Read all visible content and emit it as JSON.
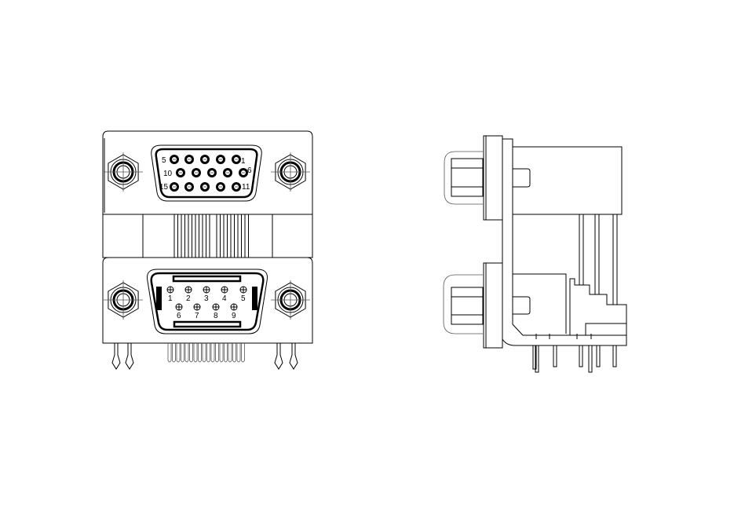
{
  "drawing": {
    "front_view": {
      "vga_pin_labels": {
        "p5": "5",
        "p1": "1",
        "p10": "10",
        "p6": "6",
        "p15": "15",
        "p11": "11"
      },
      "de9_pin_labels": [
        "1",
        "2",
        "3",
        "4",
        "5",
        "6",
        "7",
        "8",
        "9"
      ]
    },
    "side_view": {}
  },
  "colors": {
    "line": "#000000",
    "background": "#ffffff"
  }
}
